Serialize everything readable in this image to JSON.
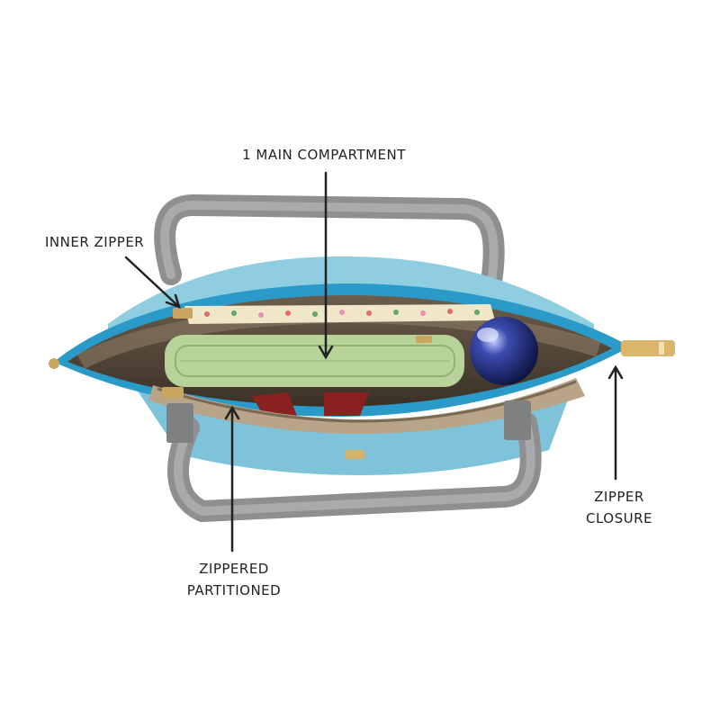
{
  "callouts": {
    "main_compartment": "1 MAIN COMPARTMENT",
    "inner_zipper": "INNER ZIPPER",
    "zipper_closure_line1": "ZIPPER",
    "zipper_closure_line2": "CLOSURE",
    "zippered_partitioned_line1": "ZIPPERED",
    "zippered_partitioned_line2": "PARTITIONED"
  },
  "colors": {
    "bag_body": "#7ec3d9",
    "zipper_tape": "#2a9bc9",
    "handles": "#8e8f91",
    "lining": "#9a8a74",
    "wallet": "#b8d39a",
    "bottle": "#1e2a66"
  }
}
